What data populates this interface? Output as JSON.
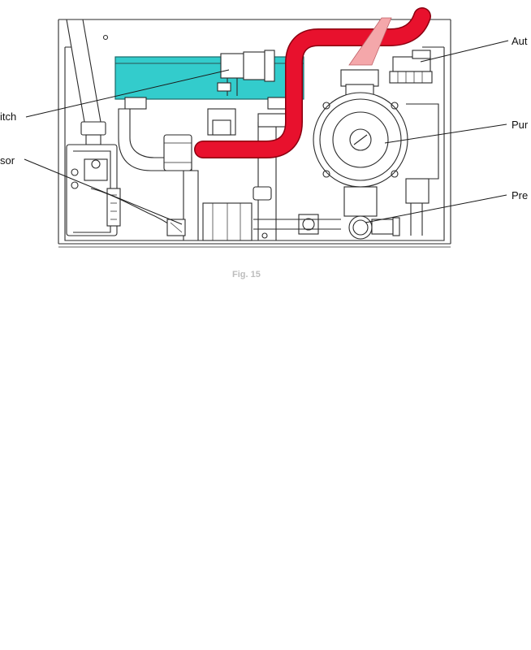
{
  "diagram": {
    "labels": {
      "switch": "itch",
      "sensor": "sor",
      "auto_air_vent": "Aut",
      "pump": "Pur",
      "pressure": "Pre"
    },
    "caption": "Fig. 15",
    "colors": {
      "heat_exchanger": "#33cccc",
      "flow_pipe": "#e8112d",
      "pipe_outline": "#8a0010",
      "vent_pipe": "#f4a7aa",
      "linework": "#2a2a2a",
      "background": "#ffffff"
    }
  }
}
